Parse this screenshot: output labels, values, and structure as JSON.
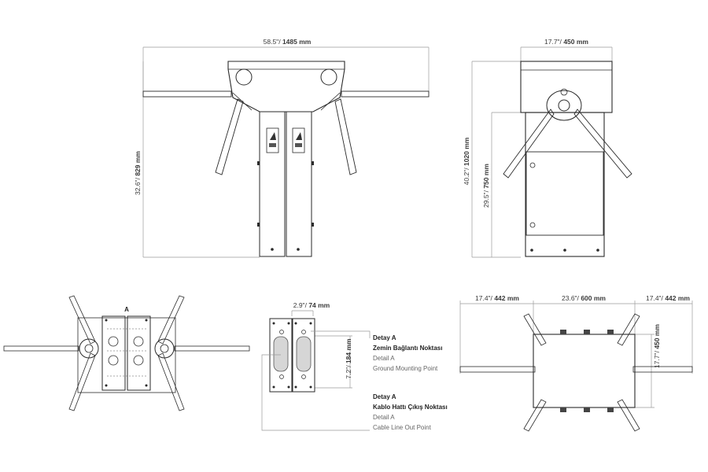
{
  "views": {
    "front": {
      "width_imperial": "58.5\"/",
      "width_metric": "1485 mm",
      "height_imperial": "32.6\"/",
      "height_metric": "829 mm"
    },
    "side": {
      "width_imperial": "17.7\"/",
      "width_metric": "450 mm",
      "total_height_imperial": "40.2\"/",
      "total_height_metric": "1020 mm",
      "cabinet_height_imperial": "29.5\"/",
      "cabinet_height_metric": "750 mm"
    },
    "top": {
      "label": "A"
    },
    "detail": {
      "width_imperial": "2.9\"/",
      "width_metric": "74 mm",
      "height_imperial": "7.2\"/",
      "height_metric": "184 mm",
      "note1_tr_title": "Detay A",
      "note1_tr_desc": "Zemin Bağlantı Noktası",
      "note1_en_title": "Detail A",
      "note1_en_desc": "Ground Mounting Point",
      "note2_tr_title": "Detay A",
      "note2_tr_desc": "Kablo Hattı Çıkış Noktası",
      "note2_en_title": "Detail A",
      "note2_en_desc": "Cable Line Out Point"
    },
    "plan": {
      "left_imperial": "17.4\"/",
      "left_metric": "442 mm",
      "center_imperial": "23.6\"/",
      "center_metric": "600 mm",
      "right_imperial": "17.4\"/",
      "right_metric": "442 mm",
      "depth_imperial": "17.7\"/",
      "depth_metric": "450 mm"
    }
  }
}
